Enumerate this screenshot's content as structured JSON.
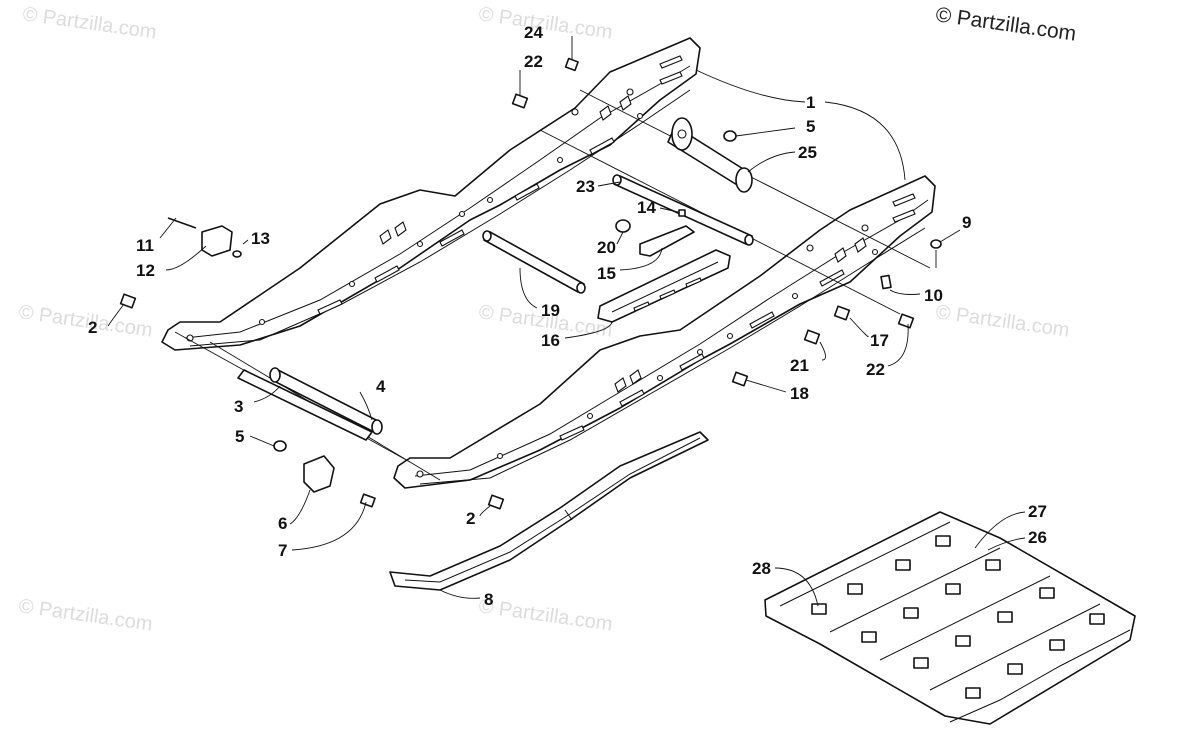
{
  "copyright": "© Partzilla.com",
  "watermark": "© Partzilla.com",
  "callouts": {
    "c1": "1",
    "c2a": "2",
    "c2b": "2",
    "c3": "3",
    "c4": "4",
    "c5a": "5",
    "c5b": "5",
    "c6": "6",
    "c7": "7",
    "c8": "8",
    "c9": "9",
    "c10": "10",
    "c11": "11",
    "c12": "12",
    "c13": "13",
    "c14": "14",
    "c15": "15",
    "c16": "16",
    "c17": "17",
    "c18": "18",
    "c19": "19",
    "c20": "20",
    "c21": "21",
    "c22a": "22",
    "c22b": "22",
    "c23": "23",
    "c24": "24",
    "c25": "25",
    "c26": "26",
    "c27": "27",
    "c28": "28"
  }
}
